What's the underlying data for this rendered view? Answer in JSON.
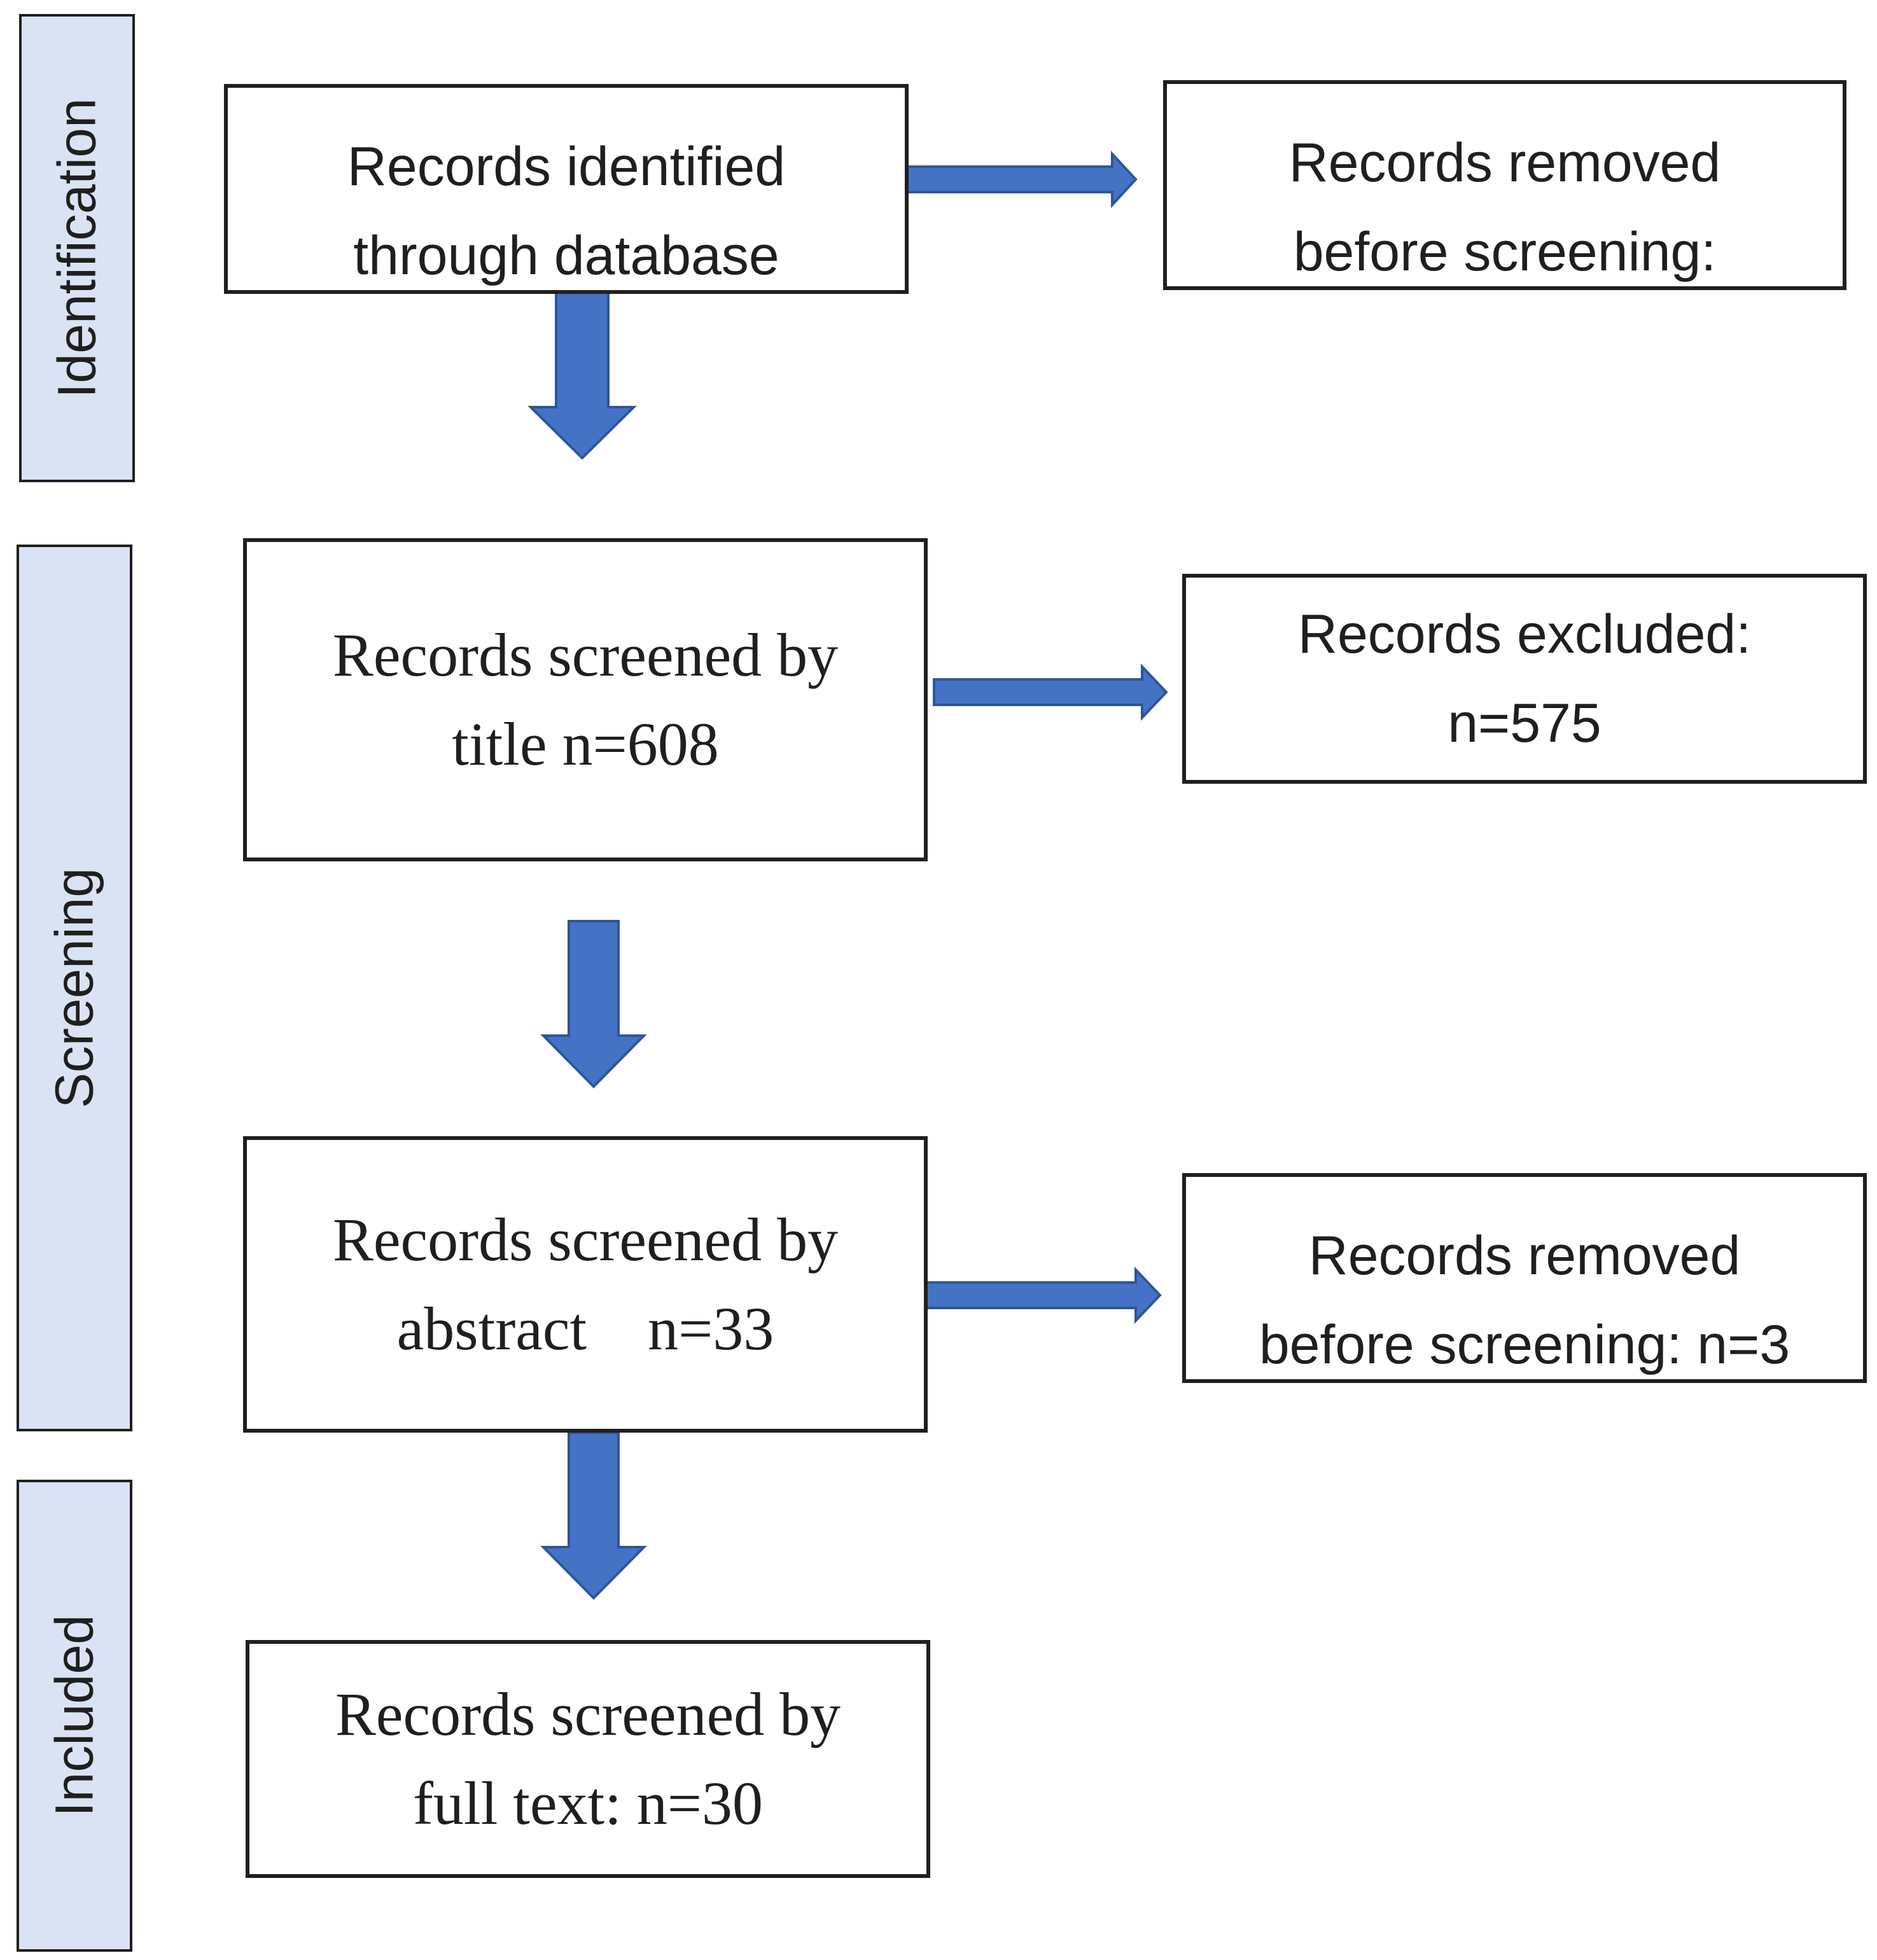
{
  "stages": {
    "identification": "Identification",
    "screening": "Screening",
    "included": "Included"
  },
  "boxes": {
    "identified": {
      "line1": "Records identified",
      "line2": "through database"
    },
    "removed_before": {
      "line1": "Records removed",
      "line2": "before screening:"
    },
    "title_screen": {
      "line1": "Records screened by",
      "line2": "title n=608"
    },
    "excluded": {
      "line1": "Records excluded:",
      "line2": "n=575"
    },
    "abstract_screen": {
      "line1": "Records screened by",
      "line2": "abstract    n=33"
    },
    "removed_after": {
      "line1": "Records removed",
      "line2": "before screening: n=3"
    },
    "fulltext_screen": {
      "line1": "Records screened by",
      "line2": "full text: n=30"
    }
  },
  "colors": {
    "arrow_fill": "#4472c4",
    "arrow_stroke": "#2f5597",
    "stage_fill": "#dae3f3",
    "border": "#1f1f1f"
  }
}
